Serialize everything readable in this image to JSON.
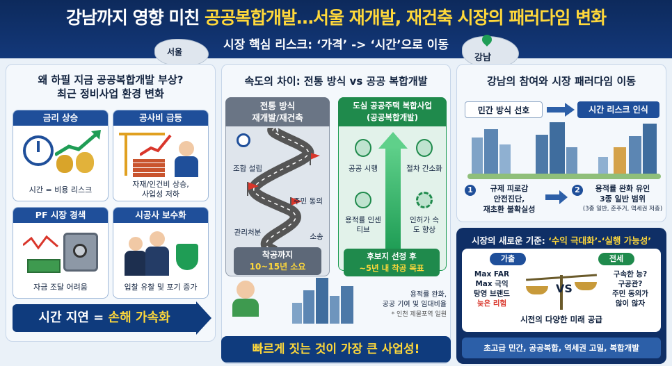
{
  "header": {
    "title_part1": "강남까지 영향 미친 ",
    "title_part2": "공공복합개발…서울 재개발, 재건축 시장의 패러다임 변화",
    "subtitle": "시장 핵심 리스크: ‘가격’ -> ‘시간’으로 이동",
    "map_left": "서울",
    "map_right": "강남"
  },
  "left": {
    "title_line1": "왜 하필 지금 공공복합개발 부상?",
    "title_line2": "최근 정비사업 환경 변화",
    "cards": [
      {
        "title": "금리 상승",
        "caption": "시간 = 비용 리스크"
      },
      {
        "title": "공사비 급등",
        "caption1": "자재/인건비 상승,",
        "caption2": "사업성 저하"
      },
      {
        "title": "PF 시장 경색",
        "caption": "자금 조달 어려움"
      },
      {
        "title": "시공사 보수화",
        "caption": "입찰 유찰 및 포기 증가"
      }
    ],
    "banner_a": "시간 지연 = ",
    "banner_b": "손해 가속화"
  },
  "middle": {
    "title": "속도의 차이: 전통 방식 vs 공공 복합개발",
    "traditional": {
      "header1": "전통 방식",
      "header2": "재개발/재건축",
      "steps": [
        "조합 설립",
        "주민 동의",
        "관리처분",
        "소송"
      ],
      "result1": "착공까지",
      "result2": "10~15년 소요"
    },
    "public": {
      "header1": "도심 공공주택 복합사업",
      "header2": "(공공복합개발)",
      "items": [
        "공공 시행",
        "절차 간소화",
        "용적률 인센티브",
        "인허가 속도 향상"
      ],
      "result1": "후보지 선정 후",
      "result2": "~5년 내 착공 목표"
    },
    "note1": "용적률 완화,",
    "note2": "공공 기여 및 임대비율",
    "note3": "* 인천 제물포역 일원",
    "bottom_banner": "빠르게 짓는 것이 가장 큰 사업성!"
  },
  "right": {
    "title": "강남의 참여와 시장 패러다임 이동",
    "from_label": "민간 방식 선호",
    "to_label": "시간 리스크 인식",
    "point1_num": "1",
    "point1_lines": [
      "규제 피로감",
      "안전진단,",
      "재초환 불확실성"
    ],
    "point2_num": "2",
    "point2_lines": [
      "용적률 완화 유인",
      "3종 일반 범위",
      "(3종 일반, 준주거, 역세권 저층)"
    ],
    "criteria_title_a": "시장의 새로운 기준: ",
    "criteria_title_b": "‘수익 극대화’-‘실행 가능성’",
    "left_tag": "가출",
    "left_lines": [
      "Max FAR",
      "Max 극익",
      "탕영 브랜드"
    ],
    "left_red": "늦은 리험",
    "vs": "VS",
    "right_tag": "전세",
    "right_lines": [
      "구속한 능?",
      "구공관?",
      "주민 동의가",
      "않이 않자"
    ],
    "future": "시전의 다양한 미래 공급",
    "supply": "초고급 민간, 공공복합, 역세권 고밀, 복합개발"
  },
  "colors": {
    "navy": "#0f3b7d",
    "yellow": "#ffd83a",
    "green": "#1f9d55"
  }
}
